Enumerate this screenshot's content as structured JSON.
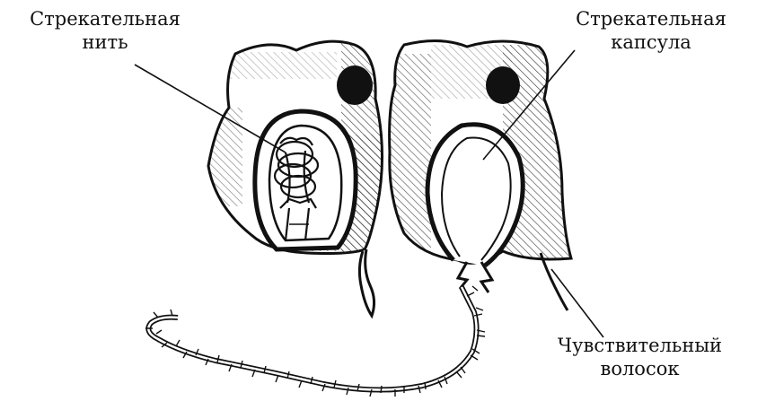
{
  "labels": {
    "stinging_thread": [
      "Стрекательная",
      "нить"
    ],
    "stinging_capsule": [
      "Стрекательная",
      "капсула"
    ],
    "sensitive_hair": [
      "Чувствительный",
      "волосок"
    ]
  },
  "colors": {
    "ink": "#111111",
    "background": "#ffffff"
  }
}
